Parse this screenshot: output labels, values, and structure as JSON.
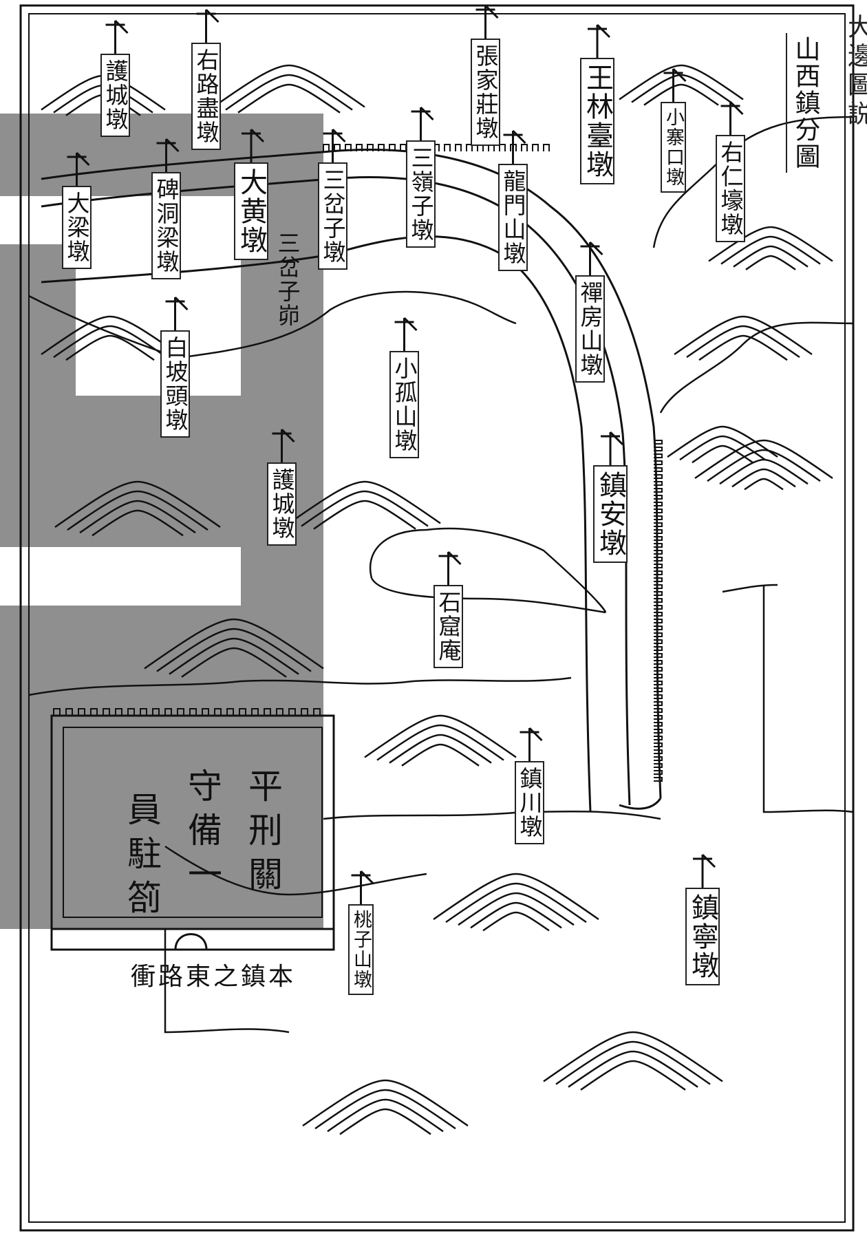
{
  "map": {
    "title": "山西鎮分圖",
    "edge_fragment": "大邊圖説",
    "placename": "三岔子峁",
    "fortress": {
      "columns": [
        "平刑關",
        "守備一",
        "員駐箚"
      ]
    },
    "fortress_note": "本鎮之東路衝",
    "watchtowers": [
      {
        "name": "護城墩"
      },
      {
        "name": "右路盡墩"
      },
      {
        "name": "張家莊墩"
      },
      {
        "name": "王林臺墩"
      },
      {
        "name": "小寨口墩"
      },
      {
        "name": "右仁壕墩"
      },
      {
        "name": "大梁墩"
      },
      {
        "name": "碑洞梁墩"
      },
      {
        "name": "大黄墩"
      },
      {
        "name": "三岔子墩"
      },
      {
        "name": "三嶺子墩"
      },
      {
        "name": "龍門山墩"
      },
      {
        "name": "禪房山墩"
      },
      {
        "name": "白坡頭墩"
      },
      {
        "name": "小孤山墩"
      },
      {
        "name": "護城墩"
      },
      {
        "name": "鎮安墩"
      },
      {
        "name": "石窟庵"
      },
      {
        "name": "鎮川墩"
      },
      {
        "name": "桃子山墩"
      },
      {
        "name": "鎮寧墩"
      }
    ],
    "colors": {
      "ink": "#111111",
      "paper": "#ffffff",
      "watermark": "#8f8f8f"
    }
  }
}
